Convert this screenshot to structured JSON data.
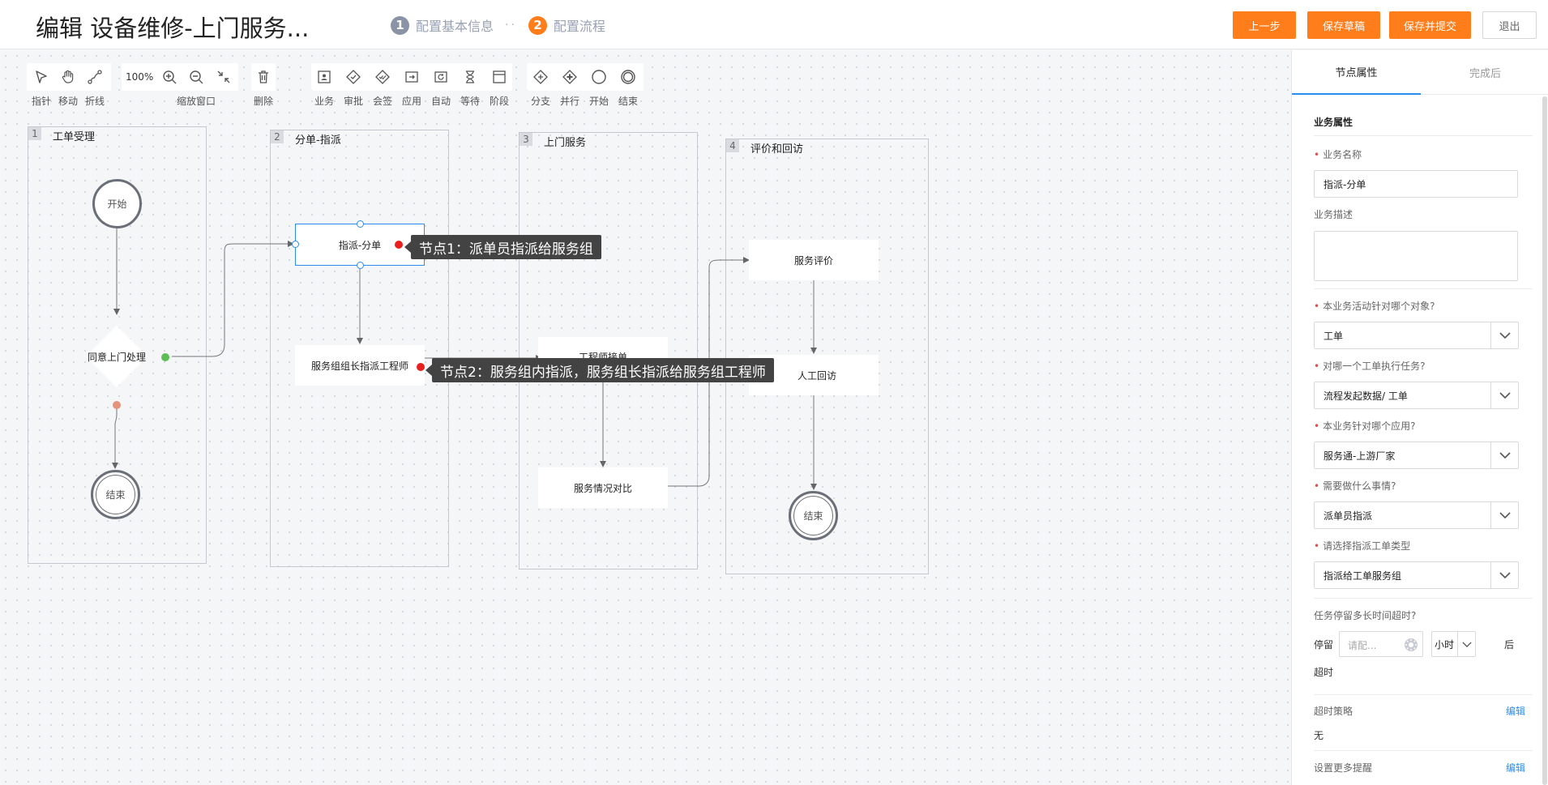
{
  "header": {
    "title": "编辑 设备维修-上门服务...",
    "steps": [
      {
        "num": "1",
        "label": "配置基本信息"
      },
      {
        "num": "2",
        "label": "配置流程"
      }
    ],
    "step_separator": "··",
    "buttons": {
      "prev": "上一步",
      "save_draft": "保存草稿",
      "save_submit": "保存并提交",
      "exit": "退出"
    }
  },
  "toolbar": {
    "pointer": "指针",
    "move": "移动",
    "polyline": "折线",
    "zoom_value": "100%",
    "zoom_window": "缩放窗口",
    "delete": "删除",
    "business": "业务",
    "approval": "审批",
    "countersign": "会签",
    "application": "应用",
    "auto": "自动",
    "wait": "等待",
    "stage": "阶段",
    "branch": "分支",
    "parallel": "并行",
    "start": "开始",
    "end": "结束"
  },
  "lanes": [
    {
      "num": "1",
      "title": "工单受理"
    },
    {
      "num": "2",
      "title": "分单-指派"
    },
    {
      "num": "3",
      "title": "上门服务"
    },
    {
      "num": "4",
      "title": "评价和回访"
    }
  ],
  "nodes": {
    "start": "开始",
    "agree_visit": "同意上门处理",
    "end_1": "结束",
    "assign": "指派-分单",
    "group_assign": "服务组组长指派工程师",
    "engineer_accept": "工程师接单",
    "service_compare": "服务情况对比",
    "service_eval": "服务评价",
    "manual_visit": "人工回访",
    "end_2": "结束"
  },
  "tooltips": {
    "node1": "节点1：派单员指派给服务组",
    "node2": "节点2：服务组内指派，服务组长指派给服务组工程师"
  },
  "panel": {
    "tabs": [
      "节点属性",
      "完成后"
    ],
    "section_title": "业务属性",
    "business_name_label": "业务名称",
    "business_name_value": "指派-分单",
    "business_desc_label": "业务描述",
    "target_object_label": "本业务活动针对哪个对象?",
    "target_object_value": "工单",
    "which_order_label": "对哪一个工单执行任务?",
    "which_order_value": "流程发起数据/ 工单",
    "which_app_label": "本业务针对哪个应用?",
    "which_app_value": "服务通-上游厂家",
    "what_todo_label": "需要做什么事情?",
    "what_todo_value": "派单员指派",
    "order_type_label": "请选择指派工单类型",
    "order_type_value": "指派给工单服务组",
    "timeout_label": "任务停留多长时间超时?",
    "stay_prefix": "停留",
    "stay_placeholder": "请配...",
    "stay_unit": "小时",
    "stay_suffix": "后",
    "timeout_text": "超时",
    "timeout_policy_label": "超时策略",
    "timeout_policy_edit": "编辑",
    "timeout_policy_value": "无",
    "more_reminders_label": "设置更多提醒",
    "more_reminders_edit": "编辑"
  }
}
